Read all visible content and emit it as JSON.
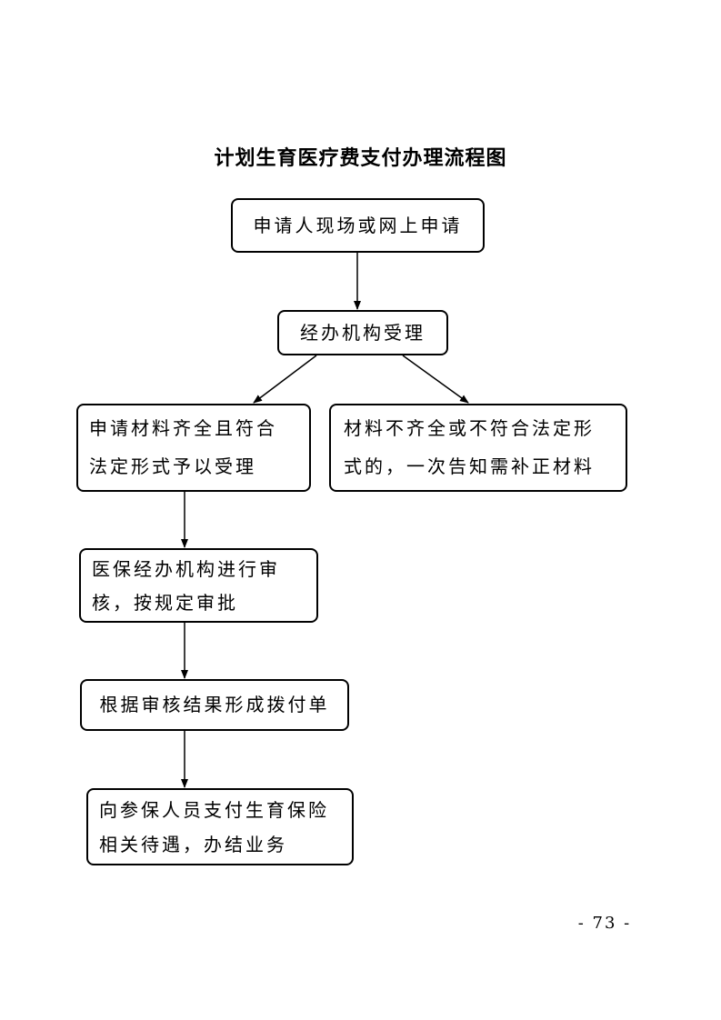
{
  "title": "计划生育医疗费支付办理流程图",
  "steps": {
    "apply": {
      "lines": [
        "申请人现场或网上申请"
      ]
    },
    "accept": {
      "lines": [
        "经办机构受理"
      ]
    },
    "complete": {
      "lines": [
        "申请材料齐全且符合",
        "法定形式予以受理"
      ]
    },
    "incomplete": {
      "lines": [
        "材料不齐全或不符合法定形",
        "式的，一次告知需补正材料"
      ]
    },
    "review": {
      "lines": [
        "医保经办机构进行审",
        "核，按规定审批"
      ]
    },
    "voucher": {
      "lines": [
        "根据审核结果形成拨付单"
      ]
    },
    "payment": {
      "lines": [
        "向参保人员支付生育保险",
        "相关待遇，办结业务"
      ]
    }
  },
  "page_number": "- 73 -"
}
